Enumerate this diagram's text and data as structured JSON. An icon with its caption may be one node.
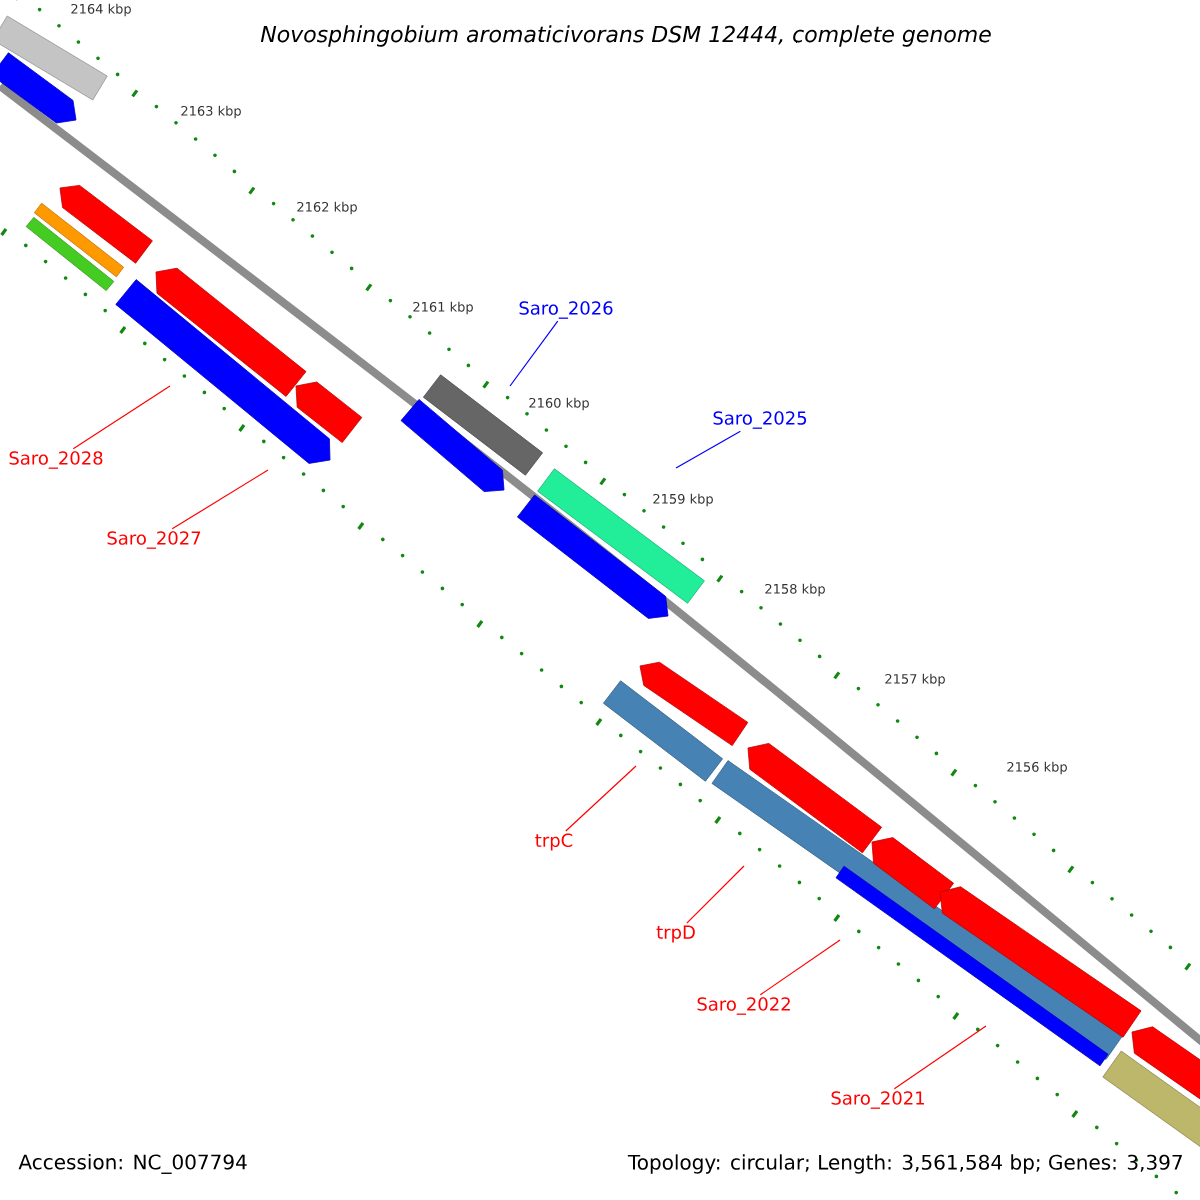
{
  "diagram": {
    "title": "Novosphingobium aromaticivorans DSM 12444, complete genome",
    "nodes": [
      {
        "text": [
          "Saro_2026"
        ]
      },
      {
        "text": [
          "Saro_2025"
        ]
      },
      {
        "text": [
          "Saro_2028"
        ]
      },
      {
        "text": [
          "Saro_2027"
        ]
      },
      {
        "text": [
          "trpC"
        ]
      },
      {
        "text": [
          "trpD"
        ]
      },
      {
        "text": [
          "Saro_2022"
        ]
      },
      {
        "text": [
          "Saro_2021"
        ]
      }
    ],
    "edges": [
      {
        "from": 0,
        "to": null,
        "arrow": "none",
        "color": "#0000ff"
      },
      {
        "from": 1,
        "to": null,
        "arrow": "none",
        "color": "#0000ff"
      },
      {
        "from": 2,
        "to": null,
        "arrow": "none"
      },
      {
        "from": 3,
        "to": null,
        "arrow": "none"
      },
      {
        "from": 4,
        "to": null,
        "arrow": "none"
      },
      {
        "from": 5,
        "to": null,
        "arrow": "none"
      },
      {
        "from": 6,
        "to": null,
        "arrow": "none"
      },
      {
        "from": 7,
        "to": null,
        "arrow": "none"
      }
    ],
    "labels": [
      "2164 kbp",
      "2163 kbp",
      "2162 kbp",
      "2161 kbp",
      "2160 kbp",
      "2159 kbp",
      "2158 kbp",
      "2157 kbp",
      "2156 kbp",
      "Accession: NC_007794",
      "Topology: circular; Length: 3,561,584 bp; Genes: 3,397"
    ]
  }
}
